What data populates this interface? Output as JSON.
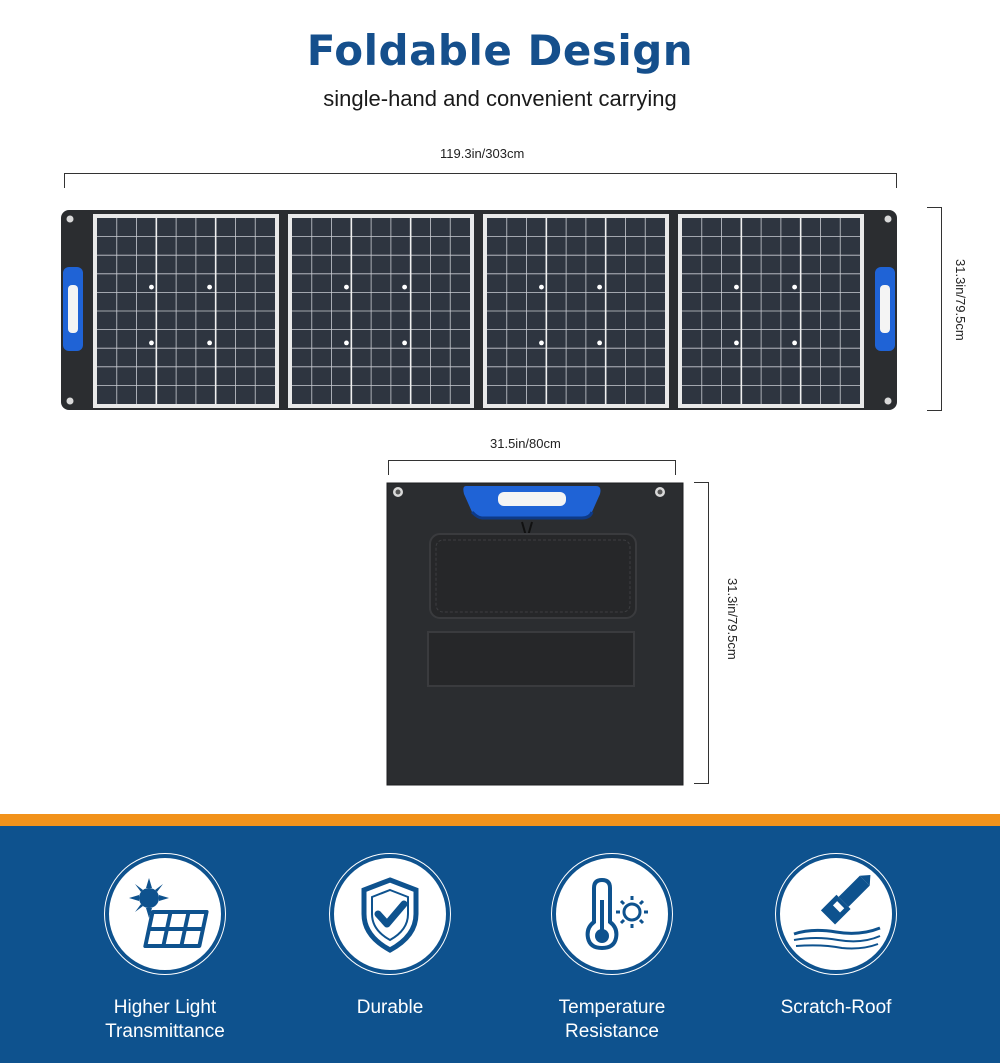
{
  "header": {
    "title": "Foldable Design",
    "subtitle": "single-hand and convenient carrying"
  },
  "dimensions": {
    "unfolded_width": "119.3in/303cm",
    "unfolded_height": "31.3in/79.5cm",
    "folded_width": "31.5in/80cm",
    "folded_height": "31.3in/79.5cm"
  },
  "colors": {
    "title": "#154f8c",
    "band": "#0e528e",
    "band_stripe": "#f2921a",
    "handle": "#1f63d6",
    "fabric": "#2b2d30"
  },
  "features": [
    {
      "icon": "solar-panel-sun-icon",
      "label": "Higher Light\nTransmittance"
    },
    {
      "icon": "shield-check-icon",
      "label": "Durable"
    },
    {
      "icon": "thermometer-sun-icon",
      "label": "Temperature\nResistance"
    },
    {
      "icon": "blade-scratch-icon",
      "label": "Scratch-Roof"
    }
  ]
}
